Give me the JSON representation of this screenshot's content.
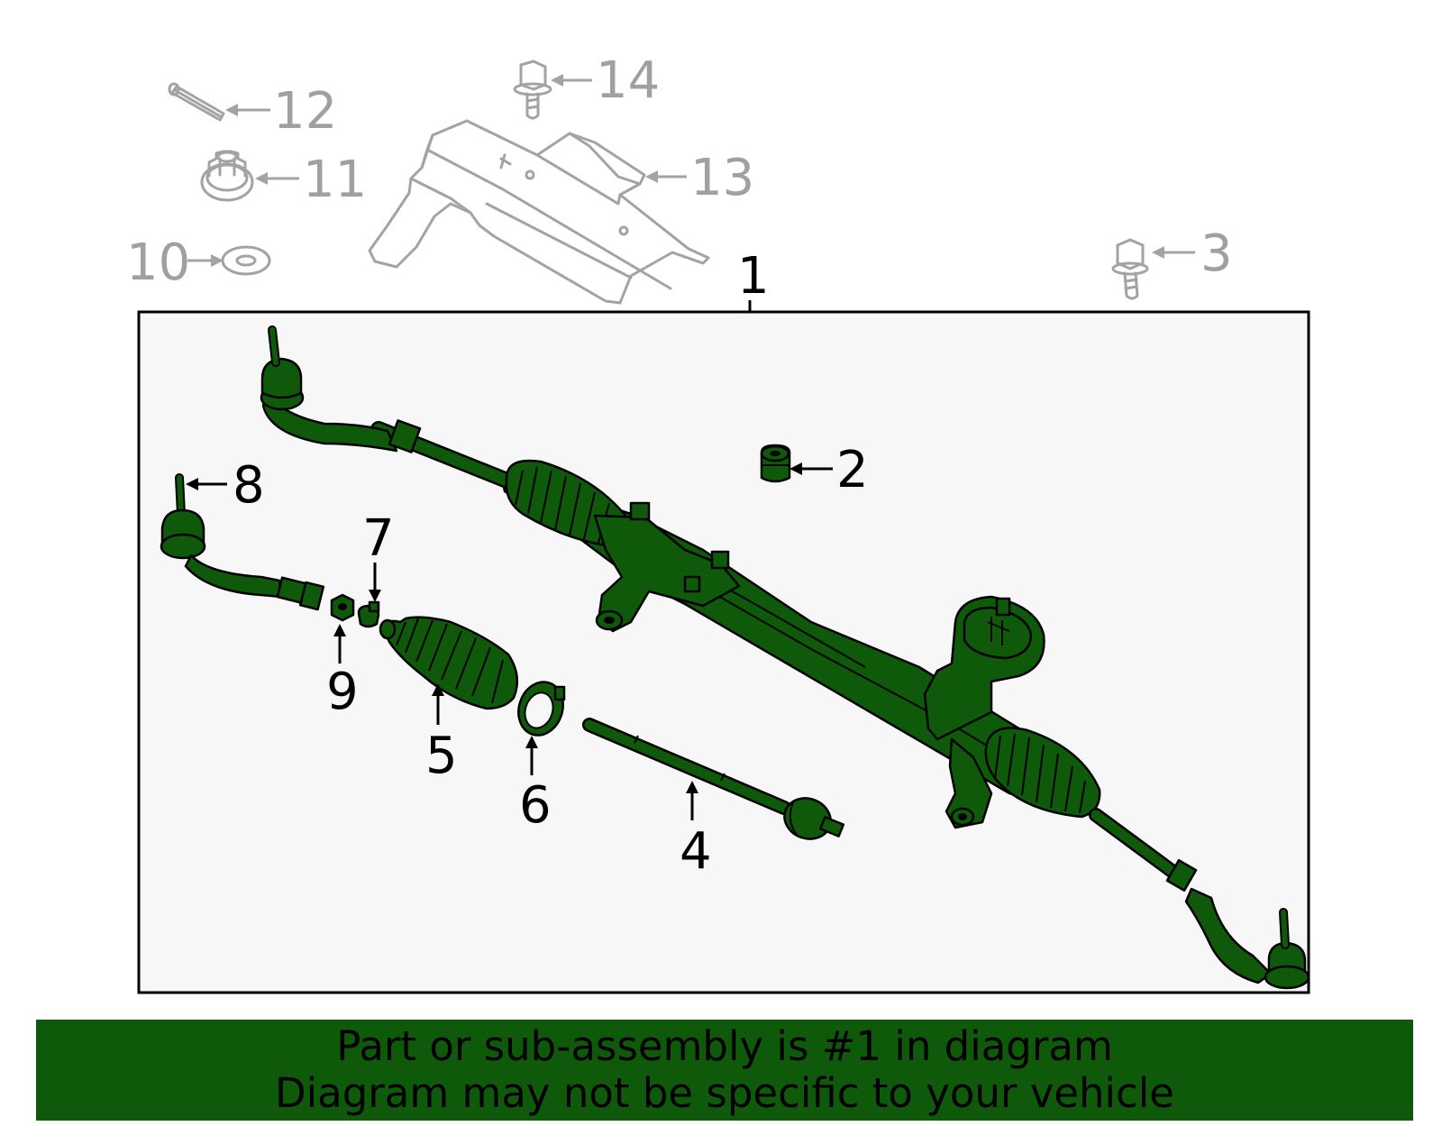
{
  "callouts": {
    "c1": "1",
    "c2": "2",
    "c3": "3",
    "c4": "4",
    "c5": "5",
    "c6": "6",
    "c7": "7",
    "c8": "8",
    "c9": "9",
    "c10": "10",
    "c11": "11",
    "c12": "12",
    "c13": "13",
    "c14": "14"
  },
  "banner": {
    "line1": "Part or sub-assembly is #1 in diagram",
    "line2": "Diagram may not be specific to your vehicle"
  },
  "colors": {
    "highlight": "#0f5a0a",
    "unselected_parts": "#a3a3a3",
    "assembly_box_fill": "#f7f7f7"
  }
}
